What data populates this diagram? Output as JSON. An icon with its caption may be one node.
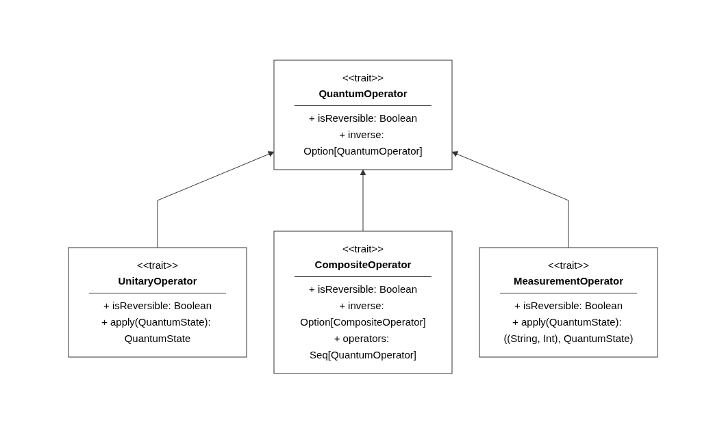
{
  "diagram": {
    "nodes": [
      {
        "text": [
          "<<trait>>",
          "QuantumOperator",
          "+ isReversible: Boolean",
          "+ inverse: Option[QuantumOperator]"
        ]
      },
      {
        "text": [
          "<<trait>>",
          "UnitaryOperator",
          "+ isReversible: Boolean",
          "+ apply(QuantumState): QuantumState"
        ]
      },
      {
        "text": [
          "<<trait>>",
          "MeasurementOperator",
          "+ isReversible: Boolean",
          "+ apply(QuantumState): ((String, Int), QuantumState)"
        ]
      },
      {
        "text": [
          "<<trait>>",
          "CompositeOperator",
          "+ isReversible: Boolean",
          "+ inverse: Option[CompositeOperator]",
          "+ operators: Seq[QuantumOperator]"
        ]
      }
    ],
    "edges": [
      {
        "from": 1,
        "to": 0,
        "arrow": "to"
      },
      {
        "from": 3,
        "to": 0,
        "arrow": "to"
      },
      {
        "from": 2,
        "to": 0,
        "arrow": "to"
      }
    ]
  }
}
